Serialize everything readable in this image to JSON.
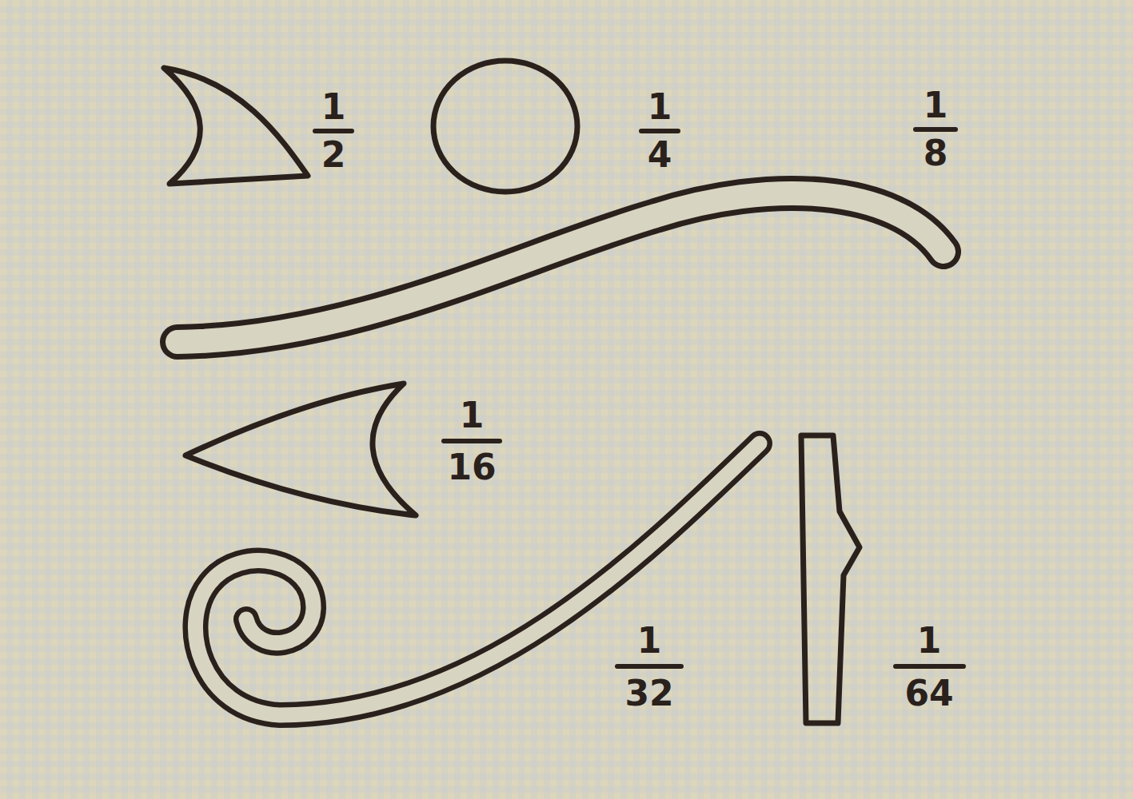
{
  "diagram": {
    "labels": [
      "1",
      "2",
      "1",
      "4",
      "1",
      "8",
      "1",
      "16",
      "1",
      "32",
      "1",
      "64"
    ]
  }
}
